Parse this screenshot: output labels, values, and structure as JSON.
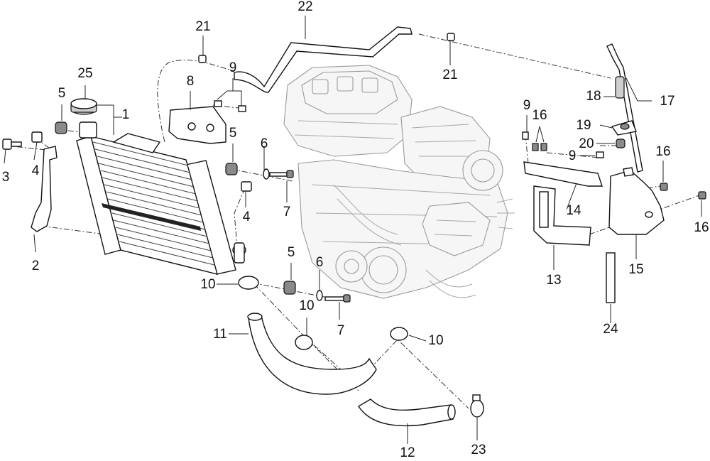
{
  "diagram": {
    "parts": [
      {
        "id": "p1",
        "number": "1"
      },
      {
        "id": "p2",
        "number": "2"
      },
      {
        "id": "p3",
        "number": "3"
      },
      {
        "id": "p4a",
        "number": "4"
      },
      {
        "id": "p4b",
        "number": "4"
      },
      {
        "id": "p5a",
        "number": "5"
      },
      {
        "id": "p5b",
        "number": "5"
      },
      {
        "id": "p5c",
        "number": "5"
      },
      {
        "id": "p6a",
        "number": "6"
      },
      {
        "id": "p6b",
        "number": "6"
      },
      {
        "id": "p7a",
        "number": "7"
      },
      {
        "id": "p7b",
        "number": "7"
      },
      {
        "id": "p8",
        "number": "8"
      },
      {
        "id": "p9a",
        "number": "9"
      },
      {
        "id": "p9b",
        "number": "9"
      },
      {
        "id": "p9c",
        "number": "9"
      },
      {
        "id": "p10a",
        "number": "10"
      },
      {
        "id": "p10b",
        "number": "10"
      },
      {
        "id": "p10c",
        "number": "10"
      },
      {
        "id": "p11",
        "number": "11"
      },
      {
        "id": "p12",
        "number": "12"
      },
      {
        "id": "p13",
        "number": "13"
      },
      {
        "id": "p14",
        "number": "14"
      },
      {
        "id": "p15",
        "number": "15"
      },
      {
        "id": "p16a",
        "number": "16"
      },
      {
        "id": "p16b",
        "number": "16"
      },
      {
        "id": "p16c",
        "number": "16"
      },
      {
        "id": "p17",
        "number": "17"
      },
      {
        "id": "p18",
        "number": "18"
      },
      {
        "id": "p19",
        "number": "19"
      },
      {
        "id": "p20",
        "number": "20"
      },
      {
        "id": "p21a",
        "number": "21"
      },
      {
        "id": "p21b",
        "number": "21"
      },
      {
        "id": "p22",
        "number": "22"
      },
      {
        "id": "p23",
        "number": "23"
      },
      {
        "id": "p24",
        "number": "24"
      },
      {
        "id": "p25",
        "number": "25"
      }
    ]
  }
}
